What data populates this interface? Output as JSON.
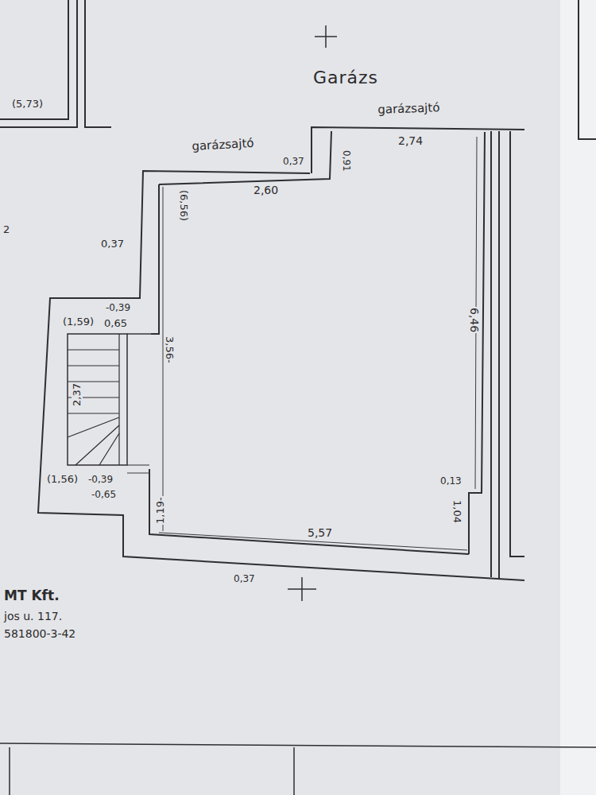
{
  "diagram": {
    "labels": [
      "Garázs",
      "garázsajtó",
      "garázsajtó",
      "(5,73)",
      "0,37",
      "0,91",
      "2,74",
      "2,60",
      "(6,56)",
      "0,37",
      "6,46",
      "-0,39",
      "(1,59)",
      "0,65",
      "3,56-",
      "2,37",
      "(1,56)",
      "-0,39",
      "-0,65",
      "1,19-",
      "0,13",
      "1,04",
      "5,57",
      "0,37",
      "MT Kft.",
      "jos u. 117.",
      "581800-3-42",
      "2"
    ]
  }
}
